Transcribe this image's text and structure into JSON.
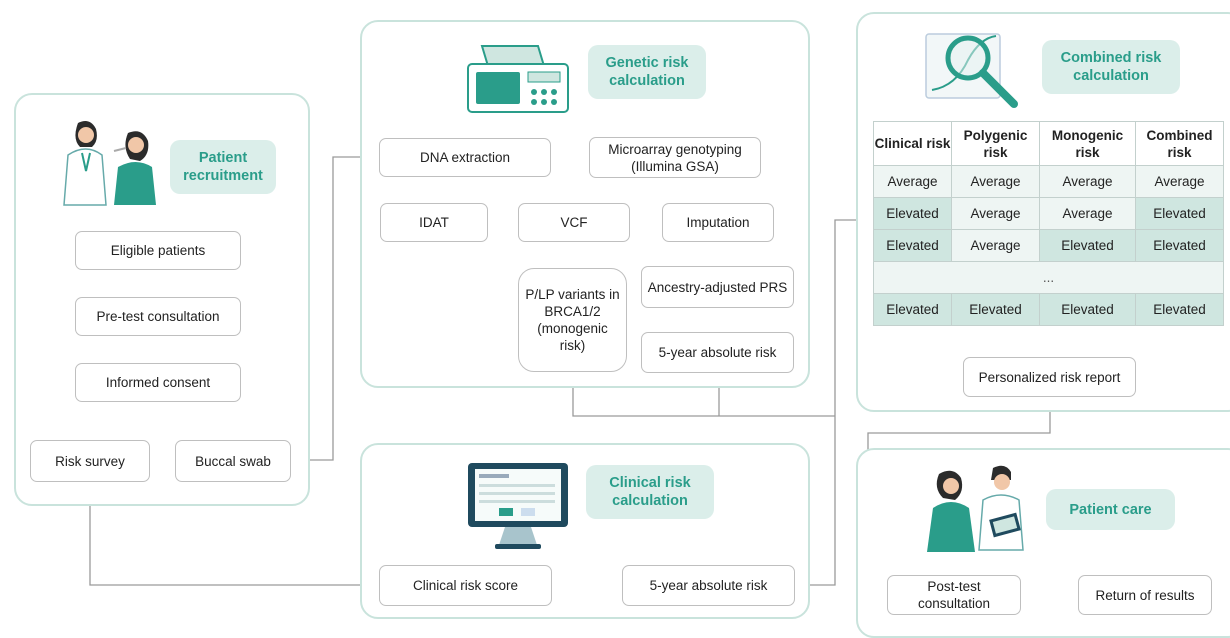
{
  "colors": {
    "accent": "#2a9d8a",
    "badge_bg": "#dbeeea",
    "panel_border": "#c9e3dc",
    "average_fill": "#eef5f3",
    "elevated_fill": "#cfe6e0"
  },
  "recruitment": {
    "title": "Patient recruitment",
    "eligible": "Eligible patients",
    "pretest": "Pre-test consultation",
    "consent": "Informed consent",
    "survey": "Risk survey",
    "swab": "Buccal swab"
  },
  "genetic": {
    "title": "Genetic risk calculation",
    "dna": "DNA extraction",
    "microarray": "Microarray genotyping (Illumina GSA)",
    "idat": "IDAT",
    "vcf": "VCF",
    "imputation": "Imputation",
    "plp": "P/LP variants in BRCA1/2 (monogenic risk)",
    "prs": "Ancestry-adjusted PRS",
    "abs": "5-year absolute risk"
  },
  "clinical": {
    "title": "Clinical risk calculation",
    "score": "Clinical risk score",
    "abs": "5-year absolute risk"
  },
  "combined": {
    "title": "Combined risk calculation",
    "headers": [
      "Clinical risk",
      "Polygenic risk",
      "Monogenic risk",
      "Combined risk"
    ],
    "rows": [
      [
        "Average",
        "Average",
        "Average",
        "Average"
      ],
      [
        "Elevated",
        "Average",
        "Average",
        "Elevated"
      ],
      [
        "Elevated",
        "Average",
        "Elevated",
        "Elevated"
      ]
    ],
    "ellipsis": "...",
    "last_row": [
      "Elevated",
      "Elevated",
      "Elevated",
      "Elevated"
    ],
    "report": "Personalized risk report"
  },
  "care": {
    "title": "Patient care",
    "posttest": "Post-test consultation",
    "results": "Return of results"
  }
}
